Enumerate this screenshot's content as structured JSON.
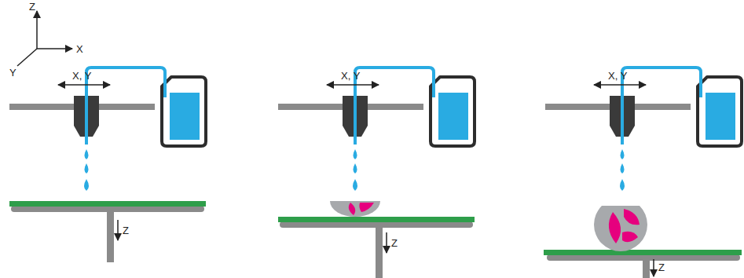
{
  "diagram": {
    "labels": [
      "Z",
      "X",
      "Y",
      "X, Y",
      "X, Y",
      "X, Y",
      "Z",
      "Z",
      "Z"
    ]
  }
}
